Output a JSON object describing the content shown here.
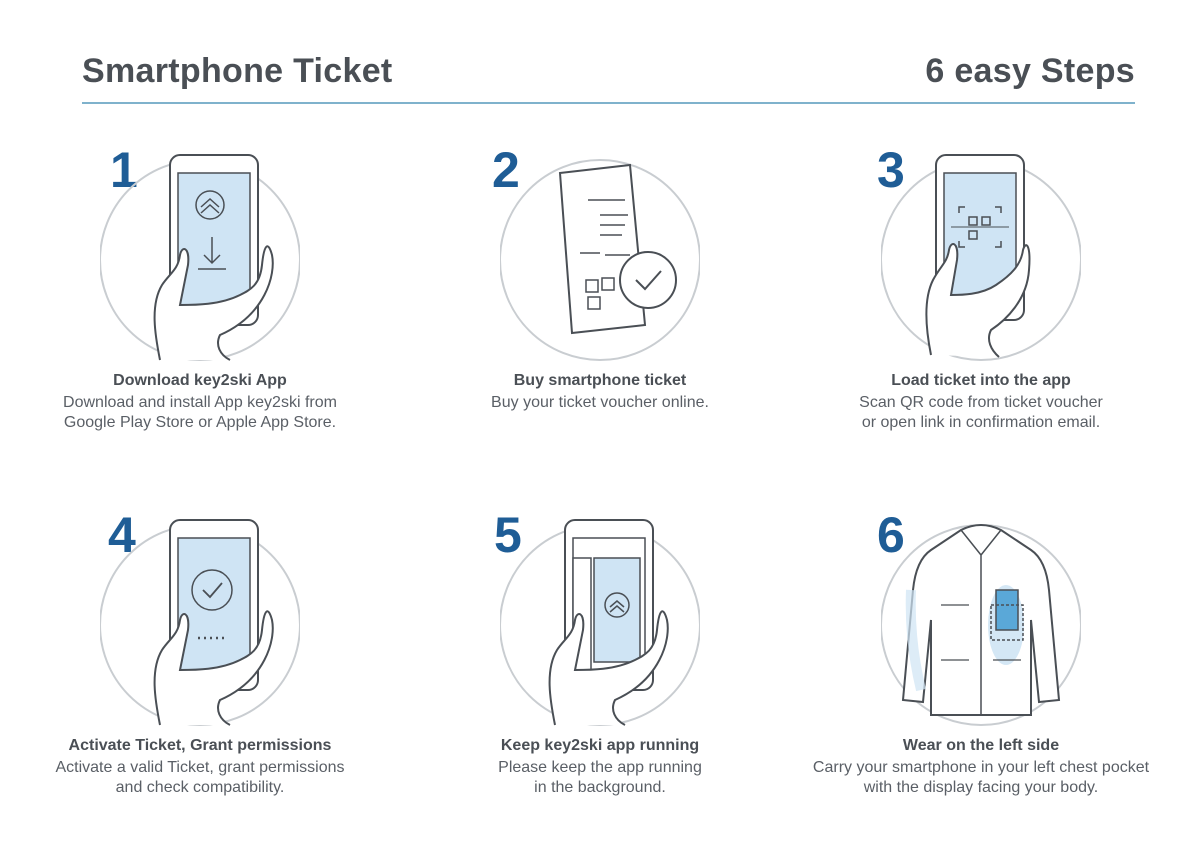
{
  "header": {
    "title": "Smartphone Ticket",
    "subtitle": "6 easy Steps"
  },
  "colors": {
    "accent": "#1f5d96",
    "screen_fill": "#cfe4f4",
    "line": "#4a4f55",
    "rule": "#7fb2cc"
  },
  "steps": [
    {
      "number": "1",
      "title": "Download key2ski App",
      "desc": "Download and install App key2ski from\nGoogle Play Store or Apple App Store.",
      "icon": "phone-download-icon"
    },
    {
      "number": "2",
      "title": "Buy smartphone ticket",
      "desc": "Buy your ticket voucher online.",
      "icon": "ticket-voucher-icon"
    },
    {
      "number": "3",
      "title": "Load ticket into the app",
      "desc": "Scan QR code from ticket voucher\nor open link in confirmation email.",
      "icon": "phone-qr-scan-icon"
    },
    {
      "number": "4",
      "title": "Activate Ticket, Grant permissions",
      "desc": "Activate a valid Ticket, grant permissions\nand check compatibility.",
      "icon": "phone-checkmark-icon"
    },
    {
      "number": "5",
      "title": "Keep key2ski app running",
      "desc": "Please keep the app running\nin the background.",
      "icon": "phone-background-app-icon"
    },
    {
      "number": "6",
      "title": "Wear on the left side",
      "desc": "Carry your smartphone in your left chest pocket\nwith the display facing your body.",
      "icon": "jacket-pocket-icon"
    }
  ]
}
